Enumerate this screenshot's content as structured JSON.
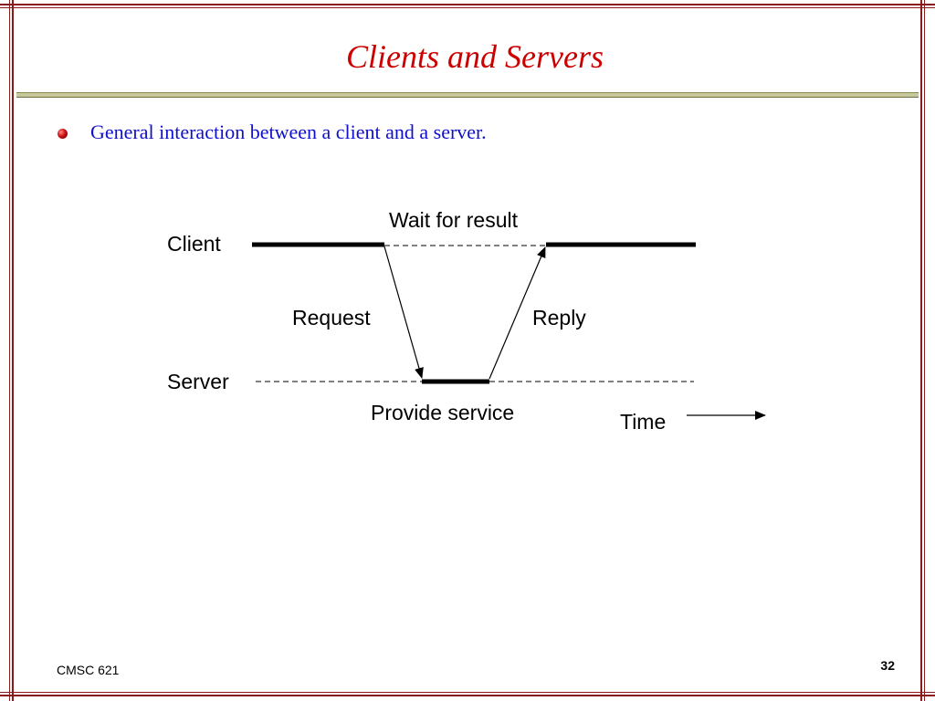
{
  "slide": {
    "title": "Clients and Servers",
    "bullet": "General interaction between a client and a server.",
    "footer_left": "CMSC 621",
    "page_number": "32"
  },
  "diagram": {
    "labels": {
      "client": "Client",
      "server": "Server",
      "wait_for_result": "Wait for result",
      "request": "Request",
      "reply": "Reply",
      "provide_service": "Provide service",
      "time": "Time"
    }
  },
  "colors": {
    "frame": "#8b1a1a",
    "title": "#cc0000",
    "bullet_text": "#1010cc",
    "title_bar": "#c8c89a"
  }
}
